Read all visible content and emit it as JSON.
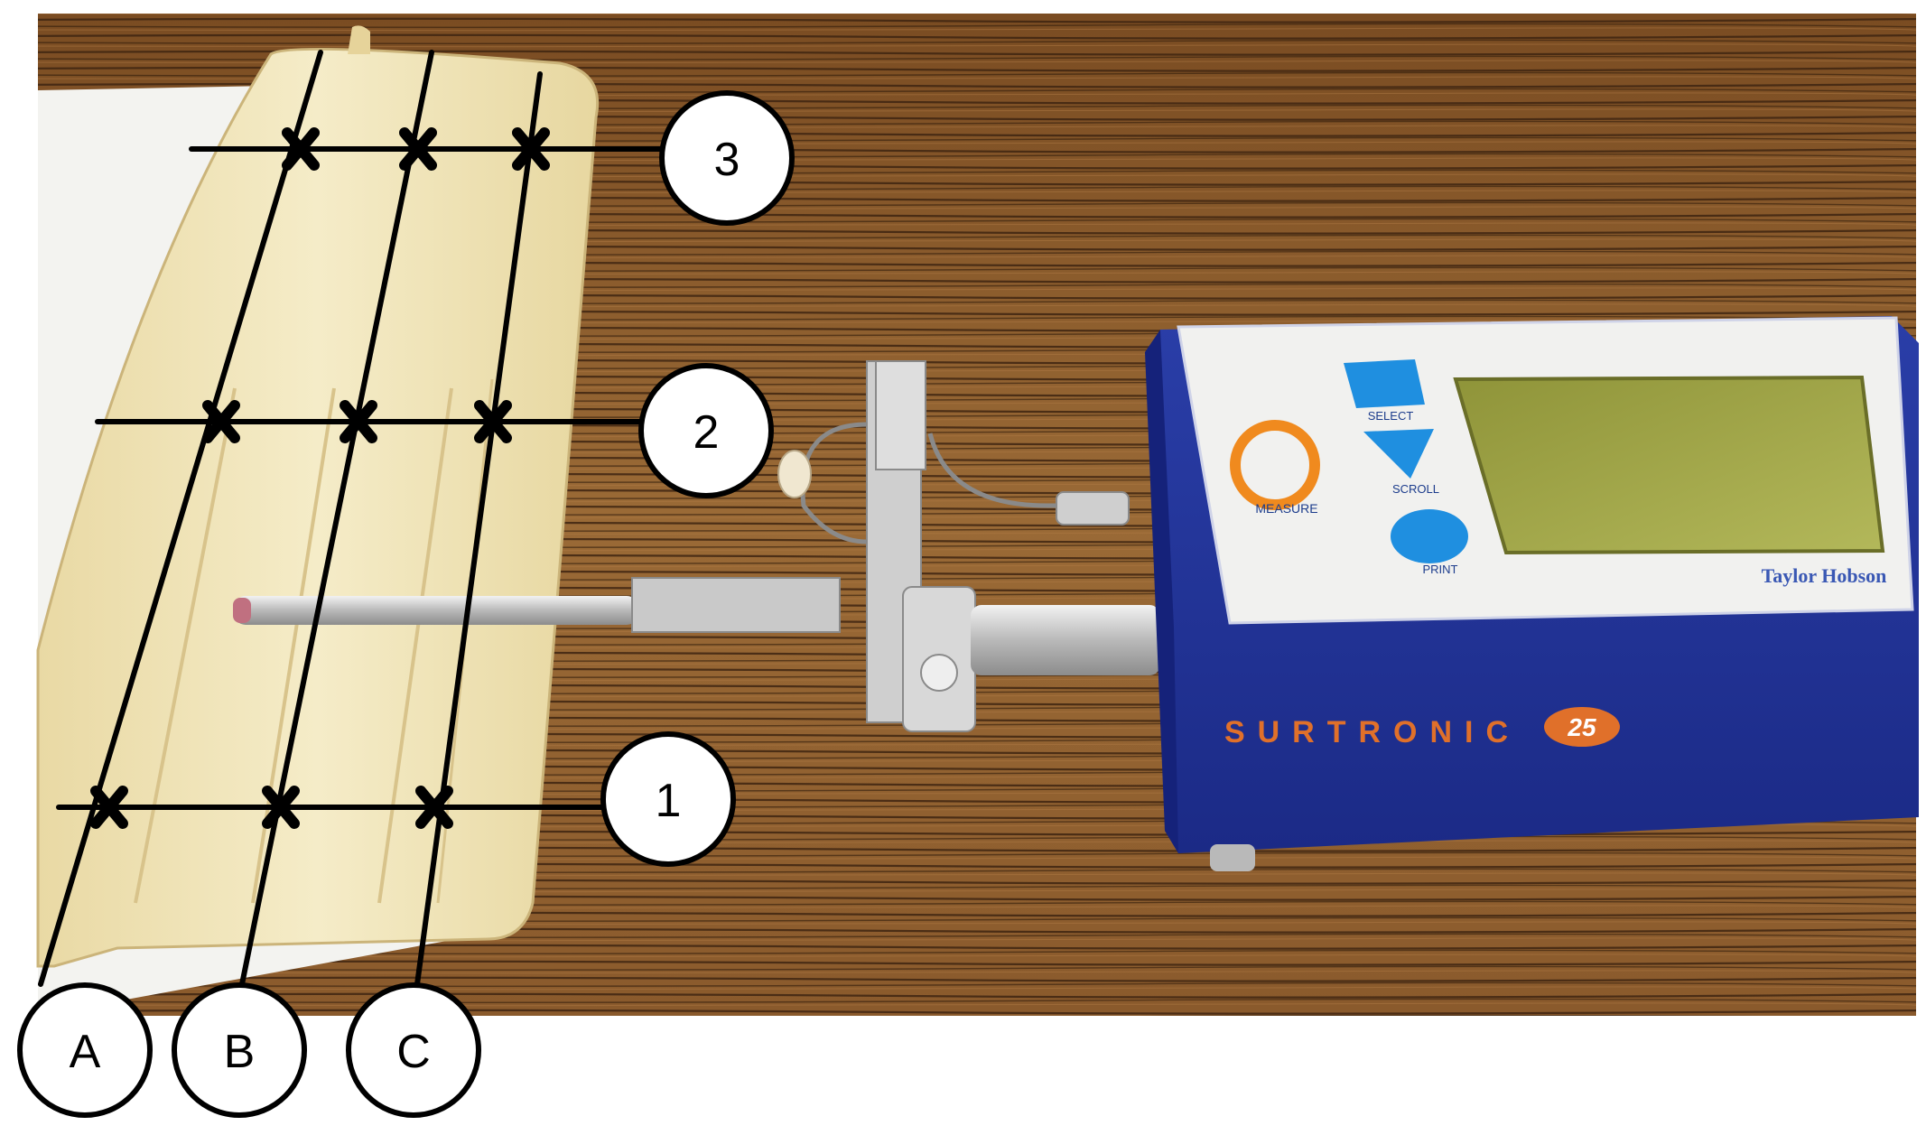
{
  "photo": {
    "description_free": true,
    "colors": {
      "wood_base": "#8a5a2a",
      "wood_dark": "#4a2c12",
      "paper": "#f3f3f0",
      "specimen": "#efe2b4",
      "instrument_body": "#22339a",
      "instrument_panel": "#f1f1ef",
      "lcd": "#a3a84a",
      "button_blue": "#1f8fe0",
      "measure_ring": "#f08a1e",
      "model_orange": "#e0702a",
      "grid_line": "#000000"
    }
  },
  "instrument": {
    "buttons": {
      "select_label": "SELECT",
      "scroll_label": "SCROLL",
      "print_label": "PRINT",
      "measure_label": "MEASURE"
    },
    "brand": "Taylor Hobson",
    "model_name": "SURTRONIC",
    "model_number": "25"
  },
  "grid": {
    "rows": [
      {
        "label": "3"
      },
      {
        "label": "2"
      },
      {
        "label": "1"
      }
    ],
    "columns": [
      {
        "label": "A"
      },
      {
        "label": "B"
      },
      {
        "label": "C"
      }
    ]
  }
}
